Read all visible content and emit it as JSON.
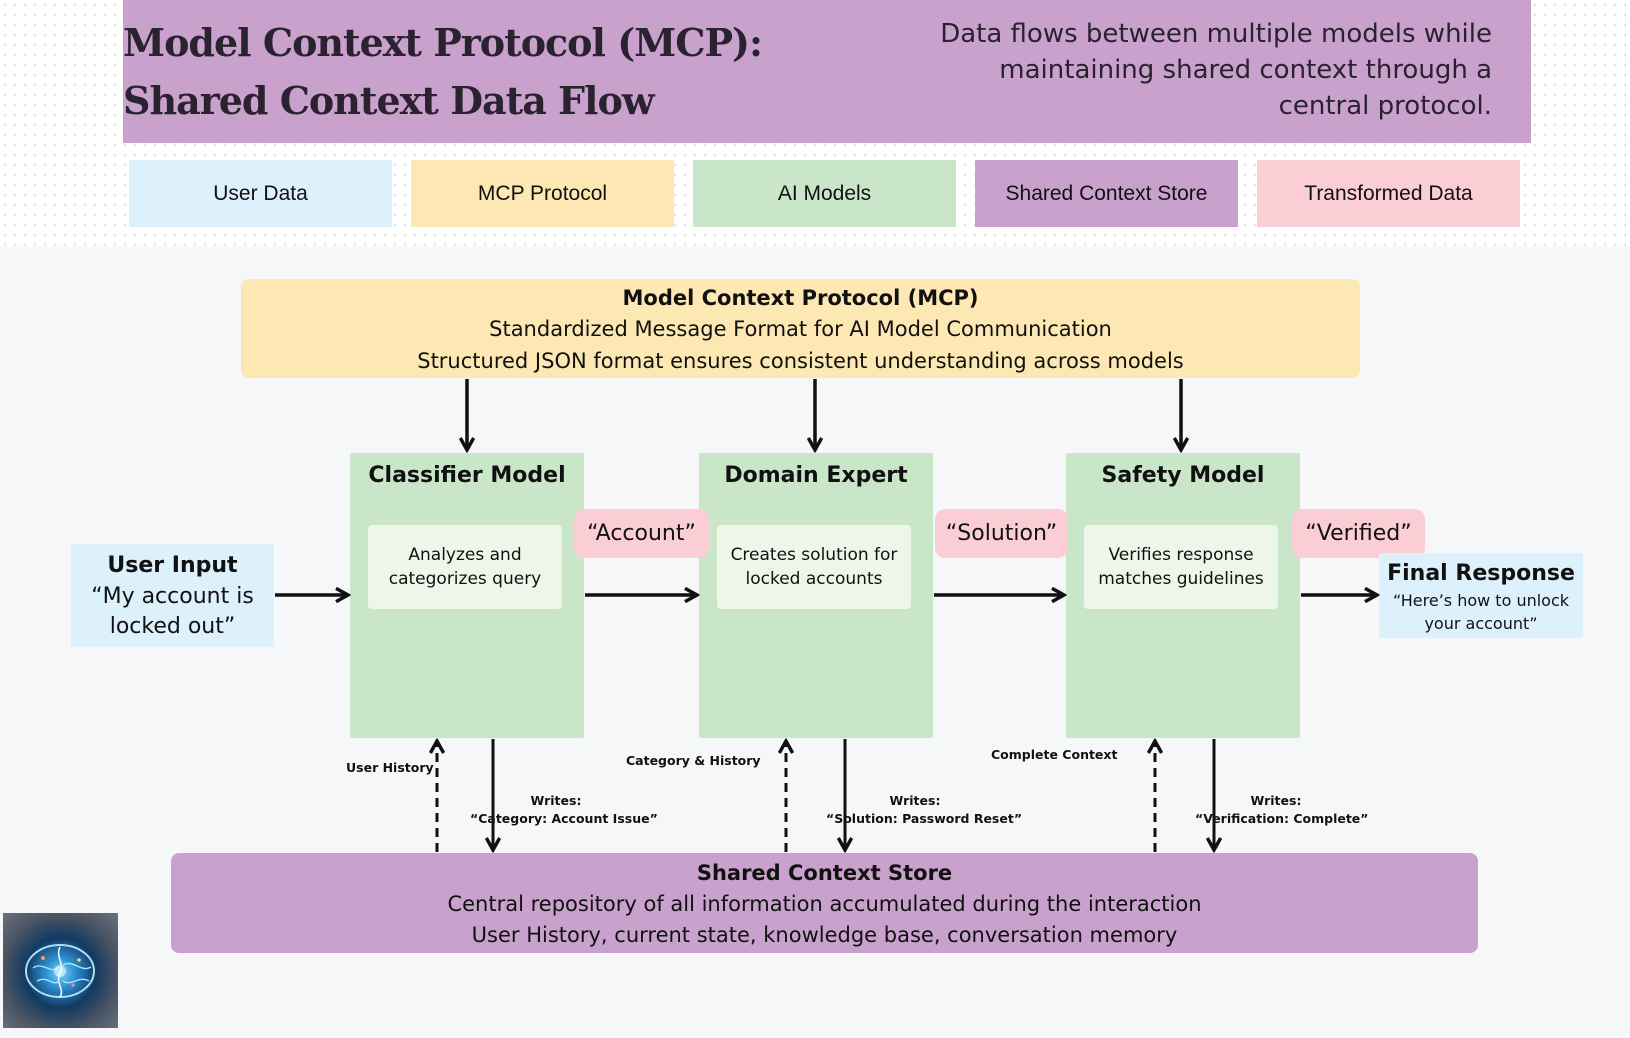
{
  "header": {
    "title_line1": "Model Context Protocol (MCP):",
    "title_line2": "Shared Context Data Flow",
    "subtitle_line1": "Data flows between multiple models while",
    "subtitle_line2": "maintaining shared context through a",
    "subtitle_line3": "central protocol."
  },
  "legend": [
    {
      "label": "User Data",
      "color": "#dcf1fb"
    },
    {
      "label": "MCP Protocol",
      "color": "#fde8b4"
    },
    {
      "label": "AI Models",
      "color": "#c9e6c8"
    },
    {
      "label": "Shared Context Store",
      "color": "#c8a2cc"
    },
    {
      "label": "Transformed Data",
      "color": "#fbcdd5"
    }
  ],
  "mcp": {
    "title": "Model Context Protocol (MCP)",
    "line1": "Standardized Message Format for AI Model Communication",
    "line2": "Structured JSON format ensures consistent understanding across models"
  },
  "user_input": {
    "title": "User Input",
    "text_line1": "“My account is",
    "text_line2": "locked out”"
  },
  "models": [
    {
      "title": "Classifier Model",
      "desc_line1": "Analyzes and",
      "desc_line2": "categorizes query"
    },
    {
      "title": "Domain Expert",
      "desc_line1": "Creates solution for",
      "desc_line2": "locked accounts"
    },
    {
      "title": "Safety Model",
      "desc_line1": "Verifies response",
      "desc_line2": "matches guidelines"
    }
  ],
  "tags": [
    "“Account”",
    "“Solution”",
    "“Verified”"
  ],
  "final_response": {
    "title": "Final Response",
    "text_line1": "“Here’s how to unlock",
    "text_line2": "your account”"
  },
  "reads": [
    "User History",
    "Category & History",
    "Complete Context"
  ],
  "writes": [
    {
      "label": "Writes:",
      "value": "“Category: Account Issue”"
    },
    {
      "label": "Writes:",
      "value": "“Solution: Password Reset”"
    },
    {
      "label": "Writes:",
      "value": "“Verification: Complete”"
    }
  ],
  "store": {
    "title": "Shared Context Store",
    "line1": "Central repository of all information accumulated during the interaction",
    "line2": "User History, current state, knowledge base, conversation memory"
  },
  "logo": {
    "icon": "brain-icon"
  }
}
